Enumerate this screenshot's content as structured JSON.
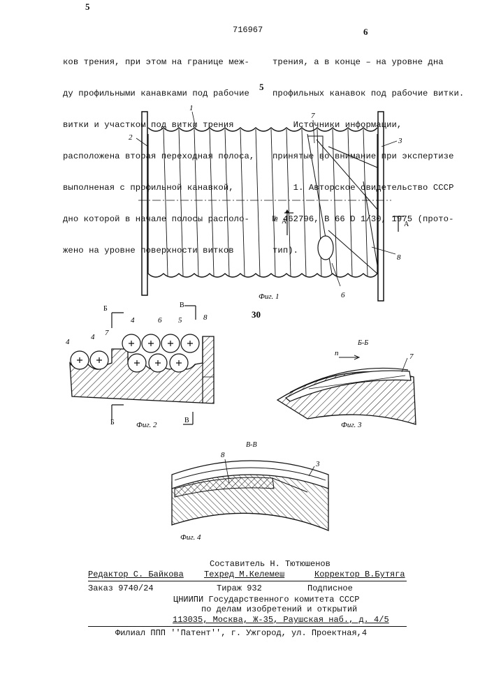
{
  "header": {
    "page_left": "5",
    "page_right": "6",
    "patent_number": "716967"
  },
  "left_column": [
    "ков трения, при этом на границе меж-",
    "ду профильными канавками под рабочие",
    "витки и участком под витки трения",
    "расположена вторая переходная полоса,",
    "выполненая с профильной канавкой,",
    "дно которой в начале полосы располо-",
    "жено на уровне поверхности витков"
  ],
  "right_column": [
    "трения, а в конце – на уровне дна",
    "профильных канавок под рабочие витки.",
    "    Источники информации,",
    "принятые во внимание при экспертизе",
    "    1. Авторское свидетельство СССР",
    "№ 462796, В 66 D 1/30, 1975 (прото-",
    "тип)."
  ],
  "margin_marker": "5",
  "figures": {
    "fig1": {
      "caption": "Фиг. 1",
      "labels": [
        "1",
        "2",
        "3",
        "6",
        "7",
        "8"
      ],
      "section": "А"
    },
    "mid_marker": "30",
    "fig2": {
      "caption": "Фиг. 2",
      "labels": [
        "4",
        "4",
        "7",
        "4",
        "6",
        "5",
        "8"
      ],
      "sections": [
        "Б",
        "В"
      ]
    },
    "fig3": {
      "caption": "Фиг. 3",
      "title": "Б-Б",
      "labels": [
        "n",
        "7"
      ]
    },
    "fig4": {
      "caption": "Фиг. 4",
      "title": "В-В",
      "labels": [
        "8",
        "3"
      ]
    }
  },
  "imprint": {
    "compiler": "Составитель Н. Тютюшенов",
    "editor": "Редактор С. Байкова",
    "techred": "Техред М.Келемеш",
    "corrector": "Корректор В.Бутяга",
    "order": "Заказ 9740/24",
    "circulation": "Тираж 932",
    "subscription": "Подписное",
    "org1": "ЦНИИПИ Государственного комитета СССР",
    "org2": "по делам изобретений и открытий",
    "address": "113035, Москва, Ж-35, Раушская наб., д. 4/5",
    "branch": "Филиал ППП ''Патент'', г. Ужгород, ул. Проектная,4"
  }
}
